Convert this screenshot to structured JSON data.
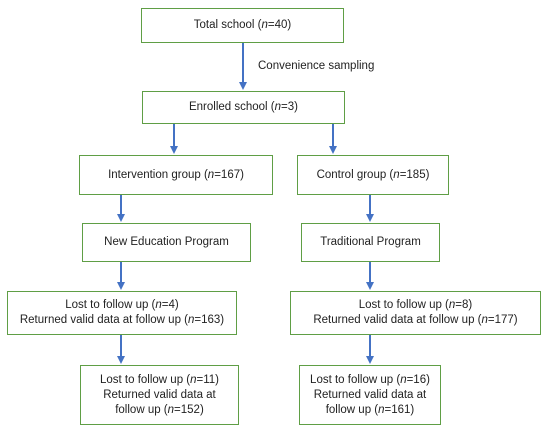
{
  "nodes": {
    "total": {
      "lines": [
        [
          {
            "t": "Total school ("
          },
          {
            "t": "n",
            "i": true
          },
          {
            "t": "=40)"
          }
        ]
      ]
    },
    "enrolled": {
      "lines": [
        [
          {
            "t": "Enrolled school ("
          },
          {
            "t": "n",
            "i": true
          },
          {
            "t": "=3)"
          }
        ]
      ]
    },
    "intervention": {
      "lines": [
        [
          {
            "t": "Intervention group ("
          },
          {
            "t": "n",
            "i": true
          },
          {
            "t": "=167)"
          }
        ]
      ]
    },
    "control": {
      "lines": [
        [
          {
            "t": "Control group ("
          },
          {
            "t": "n",
            "i": true
          },
          {
            "t": "=185)"
          }
        ]
      ]
    },
    "new_program": {
      "lines": [
        [
          {
            "t": "New Education Program"
          }
        ]
      ]
    },
    "trad_program": {
      "lines": [
        [
          {
            "t": "Traditional Program"
          }
        ]
      ]
    },
    "int_follow1": {
      "lines": [
        [
          {
            "t": "Lost to follow up ("
          },
          {
            "t": "n",
            "i": true
          },
          {
            "t": "=4)"
          }
        ],
        [
          {
            "t": "Returned valid data at follow up ("
          },
          {
            "t": "n",
            "i": true
          },
          {
            "t": "=163)"
          }
        ]
      ]
    },
    "ctl_follow1": {
      "lines": [
        [
          {
            "t": "Lost to follow up ("
          },
          {
            "t": "n",
            "i": true
          },
          {
            "t": "=8)"
          }
        ],
        [
          {
            "t": "Returned valid data at follow up ("
          },
          {
            "t": "n",
            "i": true
          },
          {
            "t": "=177)"
          }
        ]
      ]
    },
    "int_follow2": {
      "lines": [
        [
          {
            "t": "Lost to follow up ("
          },
          {
            "t": "n",
            "i": true
          },
          {
            "t": "=11)"
          }
        ],
        [
          {
            "t": "Returned valid data at"
          }
        ],
        [
          {
            "t": "follow up ("
          },
          {
            "t": "n",
            "i": true
          },
          {
            "t": "=152)"
          }
        ]
      ]
    },
    "ctl_follow2": {
      "lines": [
        [
          {
            "t": "Lost to follow up ("
          },
          {
            "t": "n",
            "i": true
          },
          {
            "t": "=16)"
          }
        ],
        [
          {
            "t": "Returned valid data at"
          }
        ],
        [
          {
            "t": "follow up ("
          },
          {
            "t": "n",
            "i": true
          },
          {
            "t": "=161)"
          }
        ]
      ]
    }
  },
  "edge_label": "Convenience sampling",
  "colors": {
    "box_border": "#5f9e45",
    "arrow": "#4472c4",
    "text": "#222222"
  }
}
